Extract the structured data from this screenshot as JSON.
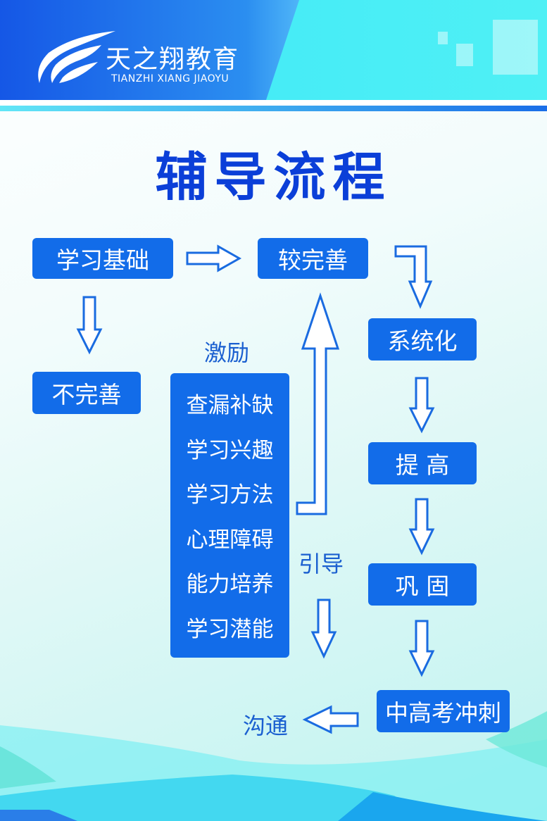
{
  "header": {
    "brand_cn": "天之翔教育",
    "brand_en": "TIANZHI XIANG JIAOYU"
  },
  "title": "辅导流程",
  "flow": {
    "basic": "学习基础",
    "better": "较完善",
    "incomplete": "不完善",
    "systematize": "系统化",
    "improve": "提 高",
    "consolidate": "巩 固",
    "exam_sprint": "中高考冲刺"
  },
  "labels": {
    "motivate": "激励",
    "guide": "引导",
    "communicate": "沟通"
  },
  "incentives": [
    "查漏补缺",
    "学习兴趣",
    "学习方法",
    "心理障碍",
    "能力培养",
    "学习潜能"
  ],
  "colors": {
    "box": "#126ce9",
    "text": "#1a5fd0",
    "title": "#0b3fd8"
  }
}
